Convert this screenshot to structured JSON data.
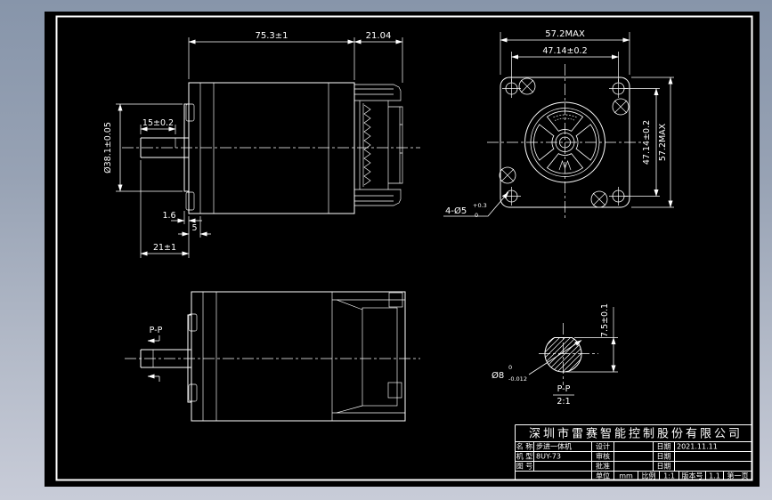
{
  "colors": {
    "background_top": "#8795aa",
    "background_bottom": "#c8ccd8",
    "sheet": "#000000",
    "line": "#ffffff"
  },
  "dims": {
    "side_top": {
      "body_length": "75.3±1",
      "connector_length": "21.04",
      "shaft_flat_length": "15±0.2",
      "pilot_diameter": "Ø38.1±0.05",
      "boss_depth": "1.6",
      "flange_thickness": "5",
      "shaft_length": "21±1"
    },
    "front": {
      "width_max": "57.2MAX",
      "hole_pitch_h": "47.14±0.2",
      "hole_pitch_v": "47.14±0.2",
      "height_max": "57.2MAX",
      "mount_holes": "4-Ø5",
      "mount_holes_tol_upper": "+0.3",
      "mount_holes_tol_lower": "0"
    },
    "side_bottom": {
      "section_mark": "P-P"
    },
    "detail": {
      "flat_height": "7.5±0.1",
      "shaft_diameter": "Ø8",
      "shaft_dia_tol_upper": "0",
      "shaft_dia_tol_lower": "-0.012",
      "section_label": "P-P",
      "section_scale": "2:1"
    }
  },
  "title_block": {
    "company": "深圳市雷赛智能控制股份有限公司",
    "name_label": "名 称",
    "name_value": "步进一体机",
    "model_label": "机 型",
    "model_value": "8UY-73",
    "drawing_no_label": "图 号",
    "design_label": "设计",
    "review_label": "审核",
    "approve_label": "批准",
    "date_label": "日期",
    "date_value": "2021.11.11",
    "unit_label": "单位",
    "unit_value": "mm",
    "scale_label": "比例",
    "scale_value": "1:1",
    "version_label": "版本号",
    "version_value": "1.1",
    "page_label": "第一页"
  }
}
